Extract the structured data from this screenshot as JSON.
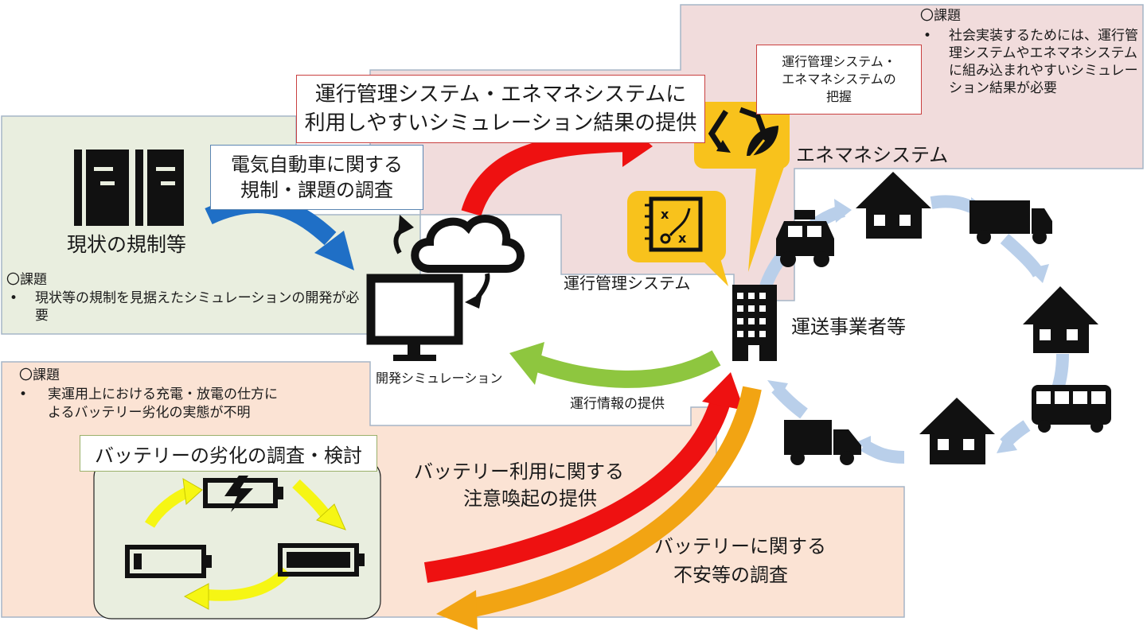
{
  "regulation": {
    "title": "現状の規制等",
    "issue_header": "〇課題",
    "issue_text": "現状等の規制を見据えたシミュレーションの開発が必要",
    "survey_label_line1": "電気自動車に関する",
    "survey_label_line2": "規制・課題の調査"
  },
  "simulation": {
    "label": "開発シミュレーション",
    "output_line1": "運行管理システム・エネマネシステムに",
    "output_line2": "利用しやすいシミュレーション結果の提供"
  },
  "systems": {
    "issue_header": "〇課題",
    "issue_text": "社会実装するためには、運行管理システムやエネマネシステムに組み込まれやすいシミュレーション結果が必要",
    "grasp_line1": "運行管理システム・",
    "grasp_line2": "エネマネシステムの",
    "grasp_line3": "把握",
    "ems_label": "エネマネシステム",
    "ops_label": "運行管理システム"
  },
  "operator": {
    "label": "運送事業者等",
    "info_label": "運行情報の提供"
  },
  "battery": {
    "issue_header": "〇課題",
    "issue_text_line1": "実運用上における充電・放電の仕方に",
    "issue_text_line2": "よるバッテリー劣化の実態が不明",
    "study_label": "バッテリーの劣化の調査・検討",
    "caution_line1": "バッテリー利用に関する",
    "caution_line2": "注意喚起の提供",
    "anxiety_line1": "バッテリーに関する",
    "anxiety_line2": "不安等の調査"
  },
  "icons": [
    "books-icon",
    "cloud-sync-icon",
    "computer-monitor-icon",
    "recycle-leaf-icon",
    "strategy-board-icon",
    "office-building-icon",
    "taxi-icon",
    "house-icon",
    "truck-icon",
    "bus-icon",
    "battery-charging-icon",
    "battery-low-icon",
    "battery-full-icon"
  ],
  "colors": {
    "green_panel": "#e9eedf",
    "pink_panel": "#f1dcdc",
    "peach_panel": "#fbe3d4",
    "red_arrow": "#ee1111",
    "orange_arrow": "#f2a413",
    "blue_arrow": "#1f6fc6",
    "green_arrow": "#8ec63f",
    "yellow_arrow": "#f6f614",
    "light_blue_arrow": "#b9cfea",
    "icon_orange": "#f8c21c"
  }
}
